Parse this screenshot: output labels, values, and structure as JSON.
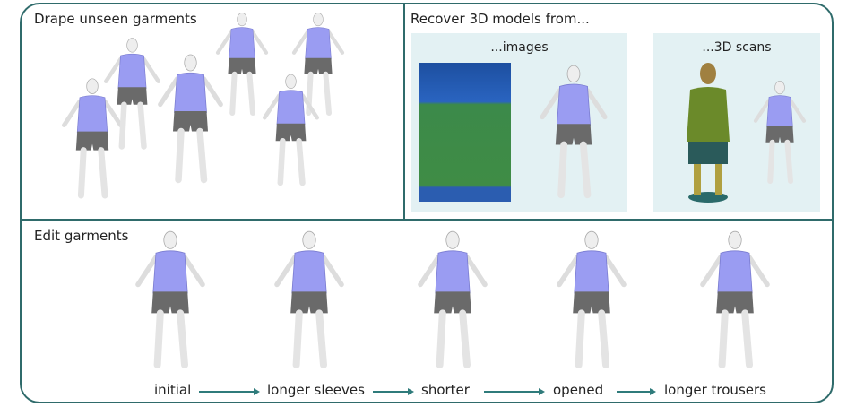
{
  "sections": {
    "drape": {
      "title": "Drape unseen garments"
    },
    "recover": {
      "title": "Recover 3D models from...",
      "images_label": "...images",
      "scans_label": "...3D scans"
    },
    "edit": {
      "title": "Edit garments",
      "steps": [
        "initial",
        "longer sleeves",
        "shorter",
        "opened",
        "longer trousers"
      ]
    }
  },
  "colors": {
    "frame": "#2f6b6b",
    "panel": "#e3f1f3",
    "shirt": "#9a9cf2",
    "shorts": "#6a6a6a",
    "body": "#eeeeee"
  }
}
